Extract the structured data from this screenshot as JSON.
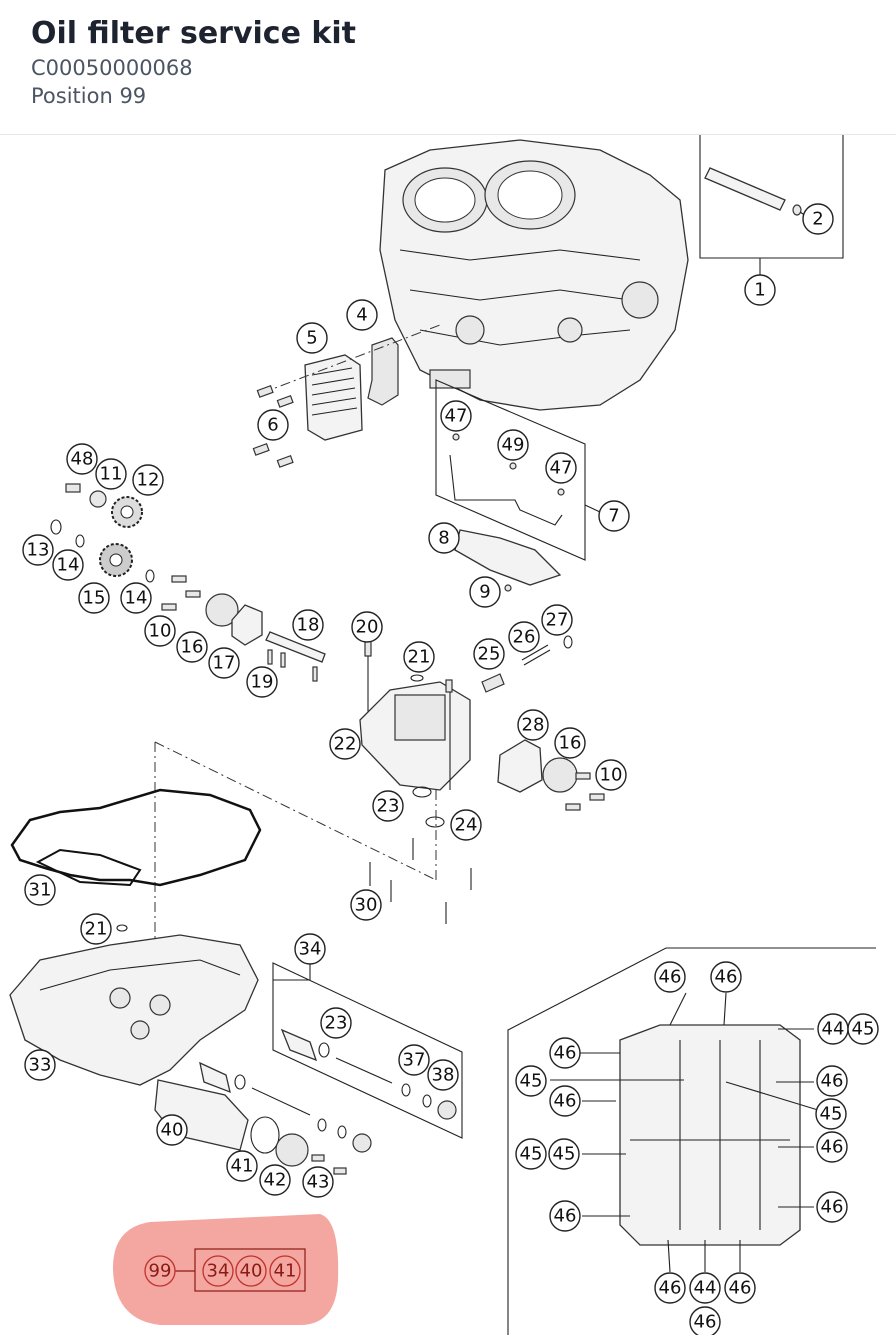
{
  "header": {
    "title": "Oil filter service kit",
    "part_number": "C00050000068",
    "position": "Position 99"
  },
  "callouts": [
    "1",
    "2",
    "4",
    "5",
    "6",
    "7",
    "8",
    "9",
    "10",
    "10",
    "11",
    "12",
    "13",
    "14",
    "14",
    "15",
    "16",
    "16",
    "17",
    "18",
    "19",
    "20",
    "21",
    "21",
    "22",
    "23",
    "23",
    "24",
    "25",
    "26",
    "27",
    "28",
    "30",
    "31",
    "33",
    "34",
    "37",
    "38",
    "40",
    "41",
    "42",
    "43",
    "44",
    "44",
    "45",
    "45",
    "45",
    "45",
    "45",
    "46",
    "46",
    "46",
    "46",
    "46",
    "46",
    "46",
    "46",
    "46",
    "46",
    "46",
    "47",
    "47",
    "48",
    "49"
  ],
  "kit": {
    "main": "99",
    "items": [
      "34",
      "40",
      "41"
    ],
    "highlight_color": "#f3a29b"
  }
}
